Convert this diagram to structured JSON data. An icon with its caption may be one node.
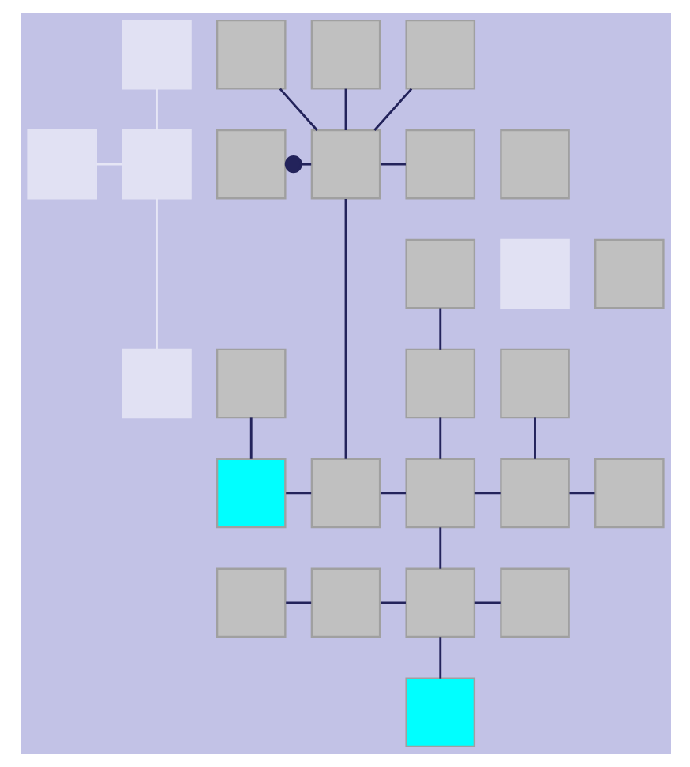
{
  "diagram": {
    "nodes": [
      {
        "text": [],
        "shape": "box"
      },
      {
        "text": [],
        "shape": "box"
      },
      {
        "text": [],
        "shape": "box"
      },
      {
        "text": [],
        "shape": "box"
      },
      {
        "text": [],
        "shape": "box"
      },
      {
        "text": [],
        "shape": "box"
      },
      {
        "text": [],
        "shape": "box"
      },
      {
        "text": [],
        "shape": "box"
      },
      {
        "text": [],
        "shape": "box"
      },
      {
        "text": [],
        "shape": "box"
      },
      {
        "text": [],
        "shape": "box"
      },
      {
        "text": [],
        "shape": "box"
      },
      {
        "text": [],
        "shape": "box"
      },
      {
        "text": [],
        "shape": "box"
      },
      {
        "text": [],
        "shape": "box"
      },
      {
        "text": [],
        "shape": "box"
      },
      {
        "text": [],
        "shape": "box"
      },
      {
        "text": [],
        "shape": "box"
      },
      {
        "text": [],
        "shape": "box"
      },
      {
        "text": [],
        "shape": "box"
      },
      {
        "text": [],
        "shape": "box"
      },
      {
        "text": [],
        "shape": "box"
      },
      {
        "text": [],
        "shape": "box"
      },
      {
        "text": [],
        "shape": "box"
      },
      {
        "text": [],
        "shape": "box"
      },
      {
        "text": [],
        "shape": "box"
      },
      {
        "text": [],
        "shape": "box"
      }
    ],
    "edges": [
      {
        "from": 0,
        "to": 5,
        "arrow": "none",
        "color": "#e6e6f5"
      },
      {
        "from": 4,
        "to": 5,
        "arrow": "none",
        "color": "#e6e6f5"
      },
      {
        "from": 5,
        "to": 13,
        "arrow": "none",
        "color": "#e6e6f5"
      },
      {
        "from": 1,
        "to": 8,
        "arrow": "none"
      },
      {
        "from": 2,
        "to": 8,
        "arrow": "none"
      },
      {
        "from": 3,
        "to": 8,
        "arrow": "none"
      },
      {
        "from": 6,
        "to": 8,
        "arrow": "other"
      },
      {
        "from": 8,
        "to": 9,
        "arrow": "none"
      },
      {
        "from": 8,
        "to": 18,
        "arrow": "none"
      },
      {
        "from": 11,
        "to": 15,
        "arrow": "none"
      },
      {
        "from": 14,
        "to": 17,
        "arrow": "none"
      },
      {
        "from": 15,
        "to": 19,
        "arrow": "none"
      },
      {
        "from": 16,
        "to": 20,
        "arrow": "none"
      },
      {
        "from": 17,
        "to": 18,
        "arrow": "none"
      },
      {
        "from": 18,
        "to": 19,
        "arrow": "none"
      },
      {
        "from": 19,
        "to": 20,
        "arrow": "none"
      },
      {
        "from": 20,
        "to": 21,
        "arrow": "none"
      },
      {
        "from": 19,
        "to": 24,
        "arrow": "none"
      },
      {
        "from": 22,
        "to": 23,
        "arrow": "none"
      },
      {
        "from": 23,
        "to": 24,
        "arrow": "none"
      },
      {
        "from": 24,
        "to": 25,
        "arrow": "none"
      },
      {
        "from": 24,
        "to": 26,
        "arrow": "none"
      }
    ]
  }
}
